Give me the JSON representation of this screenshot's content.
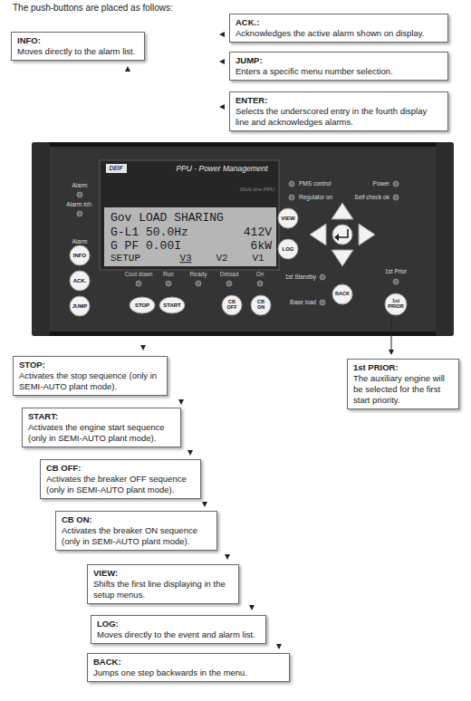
{
  "diagram": {
    "title": "The push-buttons are placed as follows:",
    "nodes": [
      {
        "text": [
          "INFO:",
          "Moves directly to the alarm list."
        ]
      },
      {
        "text": [
          "ACK.:",
          "Acknowledges the active alarm shown on display."
        ]
      },
      {
        "text": [
          "JUMP:",
          "Enters a specific menu number selection."
        ]
      },
      {
        "text": [
          "ENTER:",
          "Selects the underscored entry in the fourth display line and acknowledges alarms."
        ]
      },
      {
        "text": [
          "STOP:",
          "Activates the stop sequence (only in SEMI-AUTO plant mode)."
        ]
      },
      {
        "text": [
          "1st PRIOR:",
          "The auxiliary engine will be selected for the first start priority."
        ]
      },
      {
        "text": [
          "START:",
          "Activates the engine start sequence (only in SEMI-AUTO plant mode)."
        ]
      },
      {
        "text": [
          "CB OFF:",
          "Activates the breaker OFF sequence (only in SEMI-AUTO plant mode)."
        ]
      },
      {
        "text": [
          "CB ON:",
          "Activates the breaker ON sequence (only in SEMI-AUTO plant mode)."
        ]
      },
      {
        "text": [
          "VIEW:",
          "Shifts the first line displaying in the setup menus."
        ]
      },
      {
        "text": [
          "LOG:",
          "Moves directly to the event and alarm list."
        ]
      },
      {
        "text": [
          "BACK:",
          "Jumps one step backwards in the menu."
        ]
      }
    ],
    "labels": [
      "Alarm",
      "Alarm inh.",
      "Alarm",
      "INFO",
      "ACK.",
      "JUMP",
      "DEIF",
      "PPU - Power Management",
      "Multi-line PPU",
      "Gov LOAD SHARING",
      "G-L1 50.0Hz",
      "412V",
      "G PF 0.00I",
      "6kW",
      "SETUP",
      "V3",
      "V2",
      "V1",
      "Cool down",
      "Run",
      "Ready",
      "Deload",
      "On",
      "STOP",
      "START",
      "CB OFF",
      "CB ON",
      "PMS control",
      "Regulator on",
      "Power",
      "Self check ok",
      "VIEW",
      "LOG",
      "1st Standby",
      "Base load",
      "BACK",
      "1st Prior",
      "1st PRIOR"
    ]
  }
}
